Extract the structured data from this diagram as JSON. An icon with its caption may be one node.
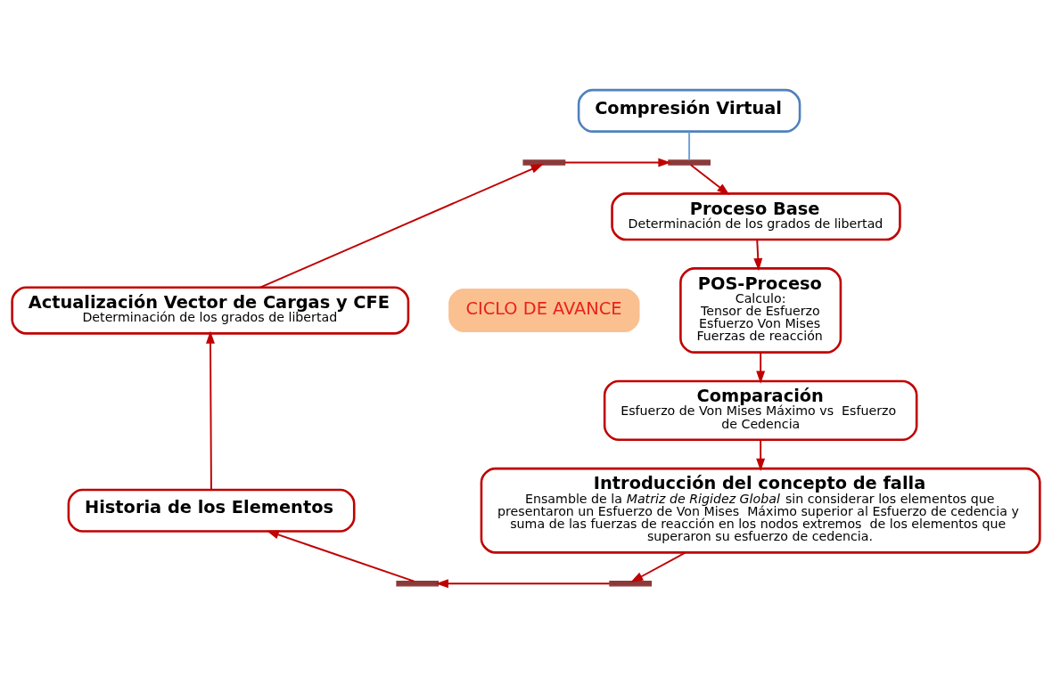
{
  "diagram": {
    "nodes": [
      {
        "text": [
          "Compresión Virtual"
        ]
      },
      {
        "text": [],
        "shape": "bar"
      },
      {
        "text": [],
        "shape": "bar"
      },
      {
        "text": [
          "Proceso Base",
          "Determinación de los grados de libertad"
        ]
      },
      {
        "text": [
          "Actualización Vector de Cargas y CFE",
          "Determinación de los grados de libertad"
        ]
      },
      {
        "text": [
          "CICLO DE AVANCE"
        ]
      },
      {
        "text": [
          "POS-Proceso",
          "Calculo:",
          "Tensor de Esfuerzo",
          "Esfuerzo Von Mises",
          "Fuerzas de reacción"
        ]
      },
      {
        "text": [
          "Historia de los Elementos"
        ]
      },
      {
        "text": [
          "Comparación",
          "Esfuerzo de Von Mises Máximo vs  Esfuerzo de Cedencia"
        ]
      },
      {
        "text": [
          "Introducción del concepto de falla",
          "Ensamble de la *Matriz de Rigidez Global* sin considerar los elementos que presentaron un Esfuerzo de Von Mises  Máximo superior al Esfuerzo de cedencia y suma de las fuerzas de reacción en los nodos extremos  de los elementos que superaron su esfuerzo de cedencia."
        ]
      },
      {
        "text": [],
        "shape": "bar"
      },
      {
        "text": [],
        "shape": "bar"
      }
    ],
    "edges": [
      {
        "from": 0,
        "to": 2,
        "arrow": "none",
        "color": "#6f9fd8"
      },
      {
        "from": 2,
        "to": 3,
        "arrow": "to"
      },
      {
        "from": 4,
        "to": 1,
        "arrow": "to"
      },
      {
        "from": 1,
        "to": 2,
        "arrow": "to"
      },
      {
        "from": 3,
        "to": 6,
        "arrow": "to"
      },
      {
        "from": 6,
        "to": 8,
        "arrow": "to"
      },
      {
        "from": 8,
        "to": 9,
        "arrow": "to"
      },
      {
        "from": 9,
        "to": 11,
        "arrow": "to"
      },
      {
        "from": 11,
        "to": 10,
        "arrow": "to"
      },
      {
        "from": 10,
        "to": 7,
        "arrow": "to"
      },
      {
        "from": 7,
        "to": 4,
        "arrow": "to"
      }
    ]
  }
}
